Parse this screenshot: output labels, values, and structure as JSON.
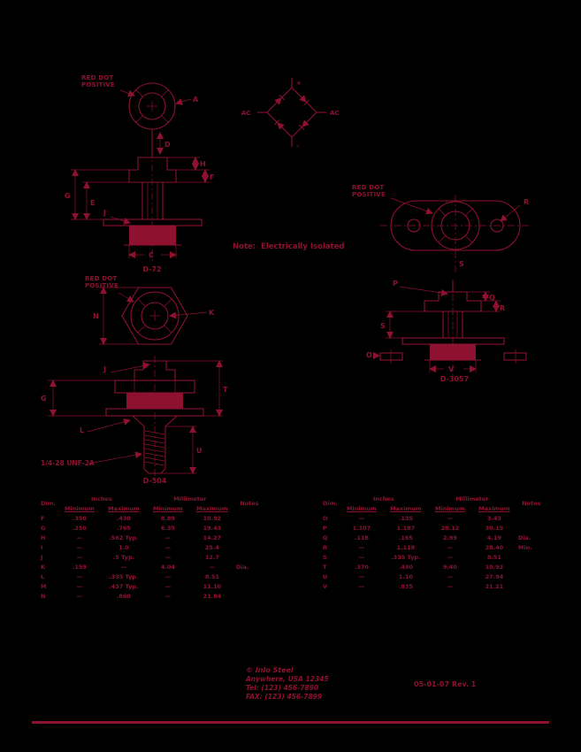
{
  "page": {
    "background": "#000000",
    "ink": "#8e1130"
  },
  "labels": {
    "red_dot_line1": "RED DOT",
    "red_dot_line2": "POSITIVE",
    "note": "Note:  Electrically Isolated",
    "thread_callout": "1/4-28 UNF-2A",
    "drawing_names": {
      "flat_base": "D-72",
      "stud_mount": "D-504",
      "flange_mount": "D-3057"
    }
  },
  "schematic": {
    "ac_left": "AC",
    "ac_right": "AC",
    "positive": "+",
    "negative": "–"
  },
  "dims": {
    "tv1_dia": "A",
    "tv1_height": "D",
    "sv1_right_top": "H",
    "sv1_right_mid": "F",
    "sv1_left_outer": "G",
    "sv1_left_inner": "E",
    "sv1_flange_leader": "J",
    "sv1_base_width": "C",
    "ftv_hole": "R",
    "ftv_center": "S",
    "hex_across": "N",
    "hex_terminal": "K",
    "stud_pin": "J",
    "stud_height": "T",
    "stud_flange": "G",
    "stud_length": "U",
    "stud_washer": "L",
    "sv2_pin": "P",
    "sv2_right_top": "Q",
    "sv2_right_mid": "R",
    "sv2_left": "S",
    "sv2_base": "V",
    "sv2_ear": "O"
  },
  "tables": {
    "headers": {
      "dim": "Dim.",
      "inches": "Inches",
      "millimeter": "Millimeter",
      "minimum": "Minimum",
      "maximum": "Maximum",
      "notes": "Notes"
    },
    "left": {
      "rows": [
        {
          "dim": "F",
          "in_min": ".350",
          "in_max": ".430",
          "mm_min": "8.89",
          "mm_max": "10.92",
          "notes": ""
        },
        {
          "dim": "G",
          "in_min": ".250",
          "in_max": ".765",
          "mm_min": "6.35",
          "mm_max": "19.43",
          "notes": ""
        },
        {
          "dim": "H",
          "in_min": "—",
          "in_max": ".562 Typ.",
          "mm_min": "—",
          "mm_max": "14.27",
          "notes": ""
        },
        {
          "dim": "I",
          "in_min": "—",
          "in_max": "1.0",
          "mm_min": "—",
          "mm_max": "25.4",
          "notes": ""
        },
        {
          "dim": "J",
          "in_min": "—",
          "in_max": ".5 Typ.",
          "mm_min": "—",
          "mm_max": "12.7",
          "notes": ""
        },
        {
          "dim": "K",
          "in_min": ".159",
          "in_max": "—",
          "mm_min": "4.04",
          "mm_max": "—",
          "notes": "Dia."
        },
        {
          "dim": "L",
          "in_min": "—",
          "in_max": ".335 Typ.",
          "mm_min": "—",
          "mm_max": "8.51",
          "notes": ""
        },
        {
          "dim": "M",
          "in_min": "—",
          "in_max": ".437 Typ.",
          "mm_min": "—",
          "mm_max": "11.10",
          "notes": ""
        },
        {
          "dim": "N",
          "in_min": "—",
          "in_max": ".860",
          "mm_min": "—",
          "mm_max": "21.84",
          "notes": ""
        }
      ]
    },
    "right": {
      "rows": [
        {
          "dim": "O",
          "in_min": "—",
          "in_max": ".135",
          "mm_min": "—",
          "mm_max": "3.43",
          "notes": ""
        },
        {
          "dim": "P",
          "in_min": "1.107",
          "in_max": "1.187",
          "mm_min": "28.12",
          "mm_max": "30.15",
          "notes": ""
        },
        {
          "dim": "Q",
          "in_min": ".118",
          "in_max": ".165",
          "mm_min": "2.99",
          "mm_max": "4.19",
          "notes": "Dia."
        },
        {
          "dim": "R",
          "in_min": "—",
          "in_max": "1.118",
          "mm_min": "—",
          "mm_max": "28.40",
          "notes": "Min."
        },
        {
          "dim": "S",
          "in_min": "—",
          "in_max": ".335 Typ.",
          "mm_min": "—",
          "mm_max": "8.51",
          "notes": ""
        },
        {
          "dim": "T",
          "in_min": ".370",
          "in_max": ".430",
          "mm_min": "9.40",
          "mm_max": "10.92",
          "notes": ""
        },
        {
          "dim": "U",
          "in_min": "—",
          "in_max": "1.10",
          "mm_min": "—",
          "mm_max": "27.94",
          "notes": ""
        },
        {
          "dim": "V",
          "in_min": "—",
          "in_max": ".835",
          "mm_min": "—",
          "mm_max": "21.21",
          "notes": ""
        }
      ]
    }
  },
  "footer": {
    "company": "© Inlo Steel",
    "address": "Anywhere, USA 12345",
    "tel": "Tel: (123) 456-7890",
    "fax": "FAX: (123) 456-7899"
  },
  "revision": "05-01-07  Rev. 1"
}
